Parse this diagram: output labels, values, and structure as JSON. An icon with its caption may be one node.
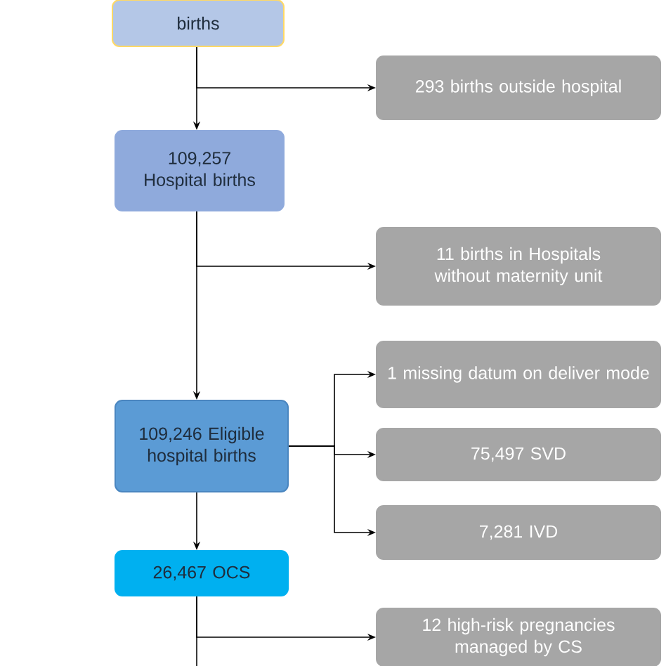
{
  "diagram": {
    "nodes": [
      {
        "text": [
          "births"
        ]
      },
      {
        "text": [
          "293 births outside hospital"
        ]
      },
      {
        "text": [
          "109,257 Hospital births"
        ]
      },
      {
        "text": [
          "11 births in Hospitals without maternity unit"
        ]
      },
      {
        "text": [
          "109,246 Eligible hospital births"
        ]
      },
      {
        "text": [
          "1 missing datum on deliver mode"
        ]
      },
      {
        "text": [
          "75,497 SVD"
        ]
      },
      {
        "text": [
          "7,281 IVD"
        ]
      },
      {
        "text": [
          "26,467 OCS"
        ]
      },
      {
        "text": [
          "12 high-risk pregnancies managed by CS"
        ]
      }
    ],
    "edges": [
      {
        "from": 0,
        "to": 2,
        "arrow": "to"
      },
      {
        "from": 0,
        "to": 1,
        "arrow": "to"
      },
      {
        "from": 2,
        "to": 4,
        "arrow": "to"
      },
      {
        "from": 2,
        "to": 3,
        "arrow": "to"
      },
      {
        "from": 4,
        "to": 5,
        "arrow": "to"
      },
      {
        "from": 4,
        "to": 6,
        "arrow": "to"
      },
      {
        "from": 4,
        "to": 7,
        "arrow": "to"
      },
      {
        "from": 4,
        "to": 8,
        "arrow": "to"
      },
      {
        "from": 8,
        "to": 9,
        "arrow": "to"
      },
      {
        "from": 8,
        "to": null,
        "arrow": "none"
      }
    ]
  }
}
